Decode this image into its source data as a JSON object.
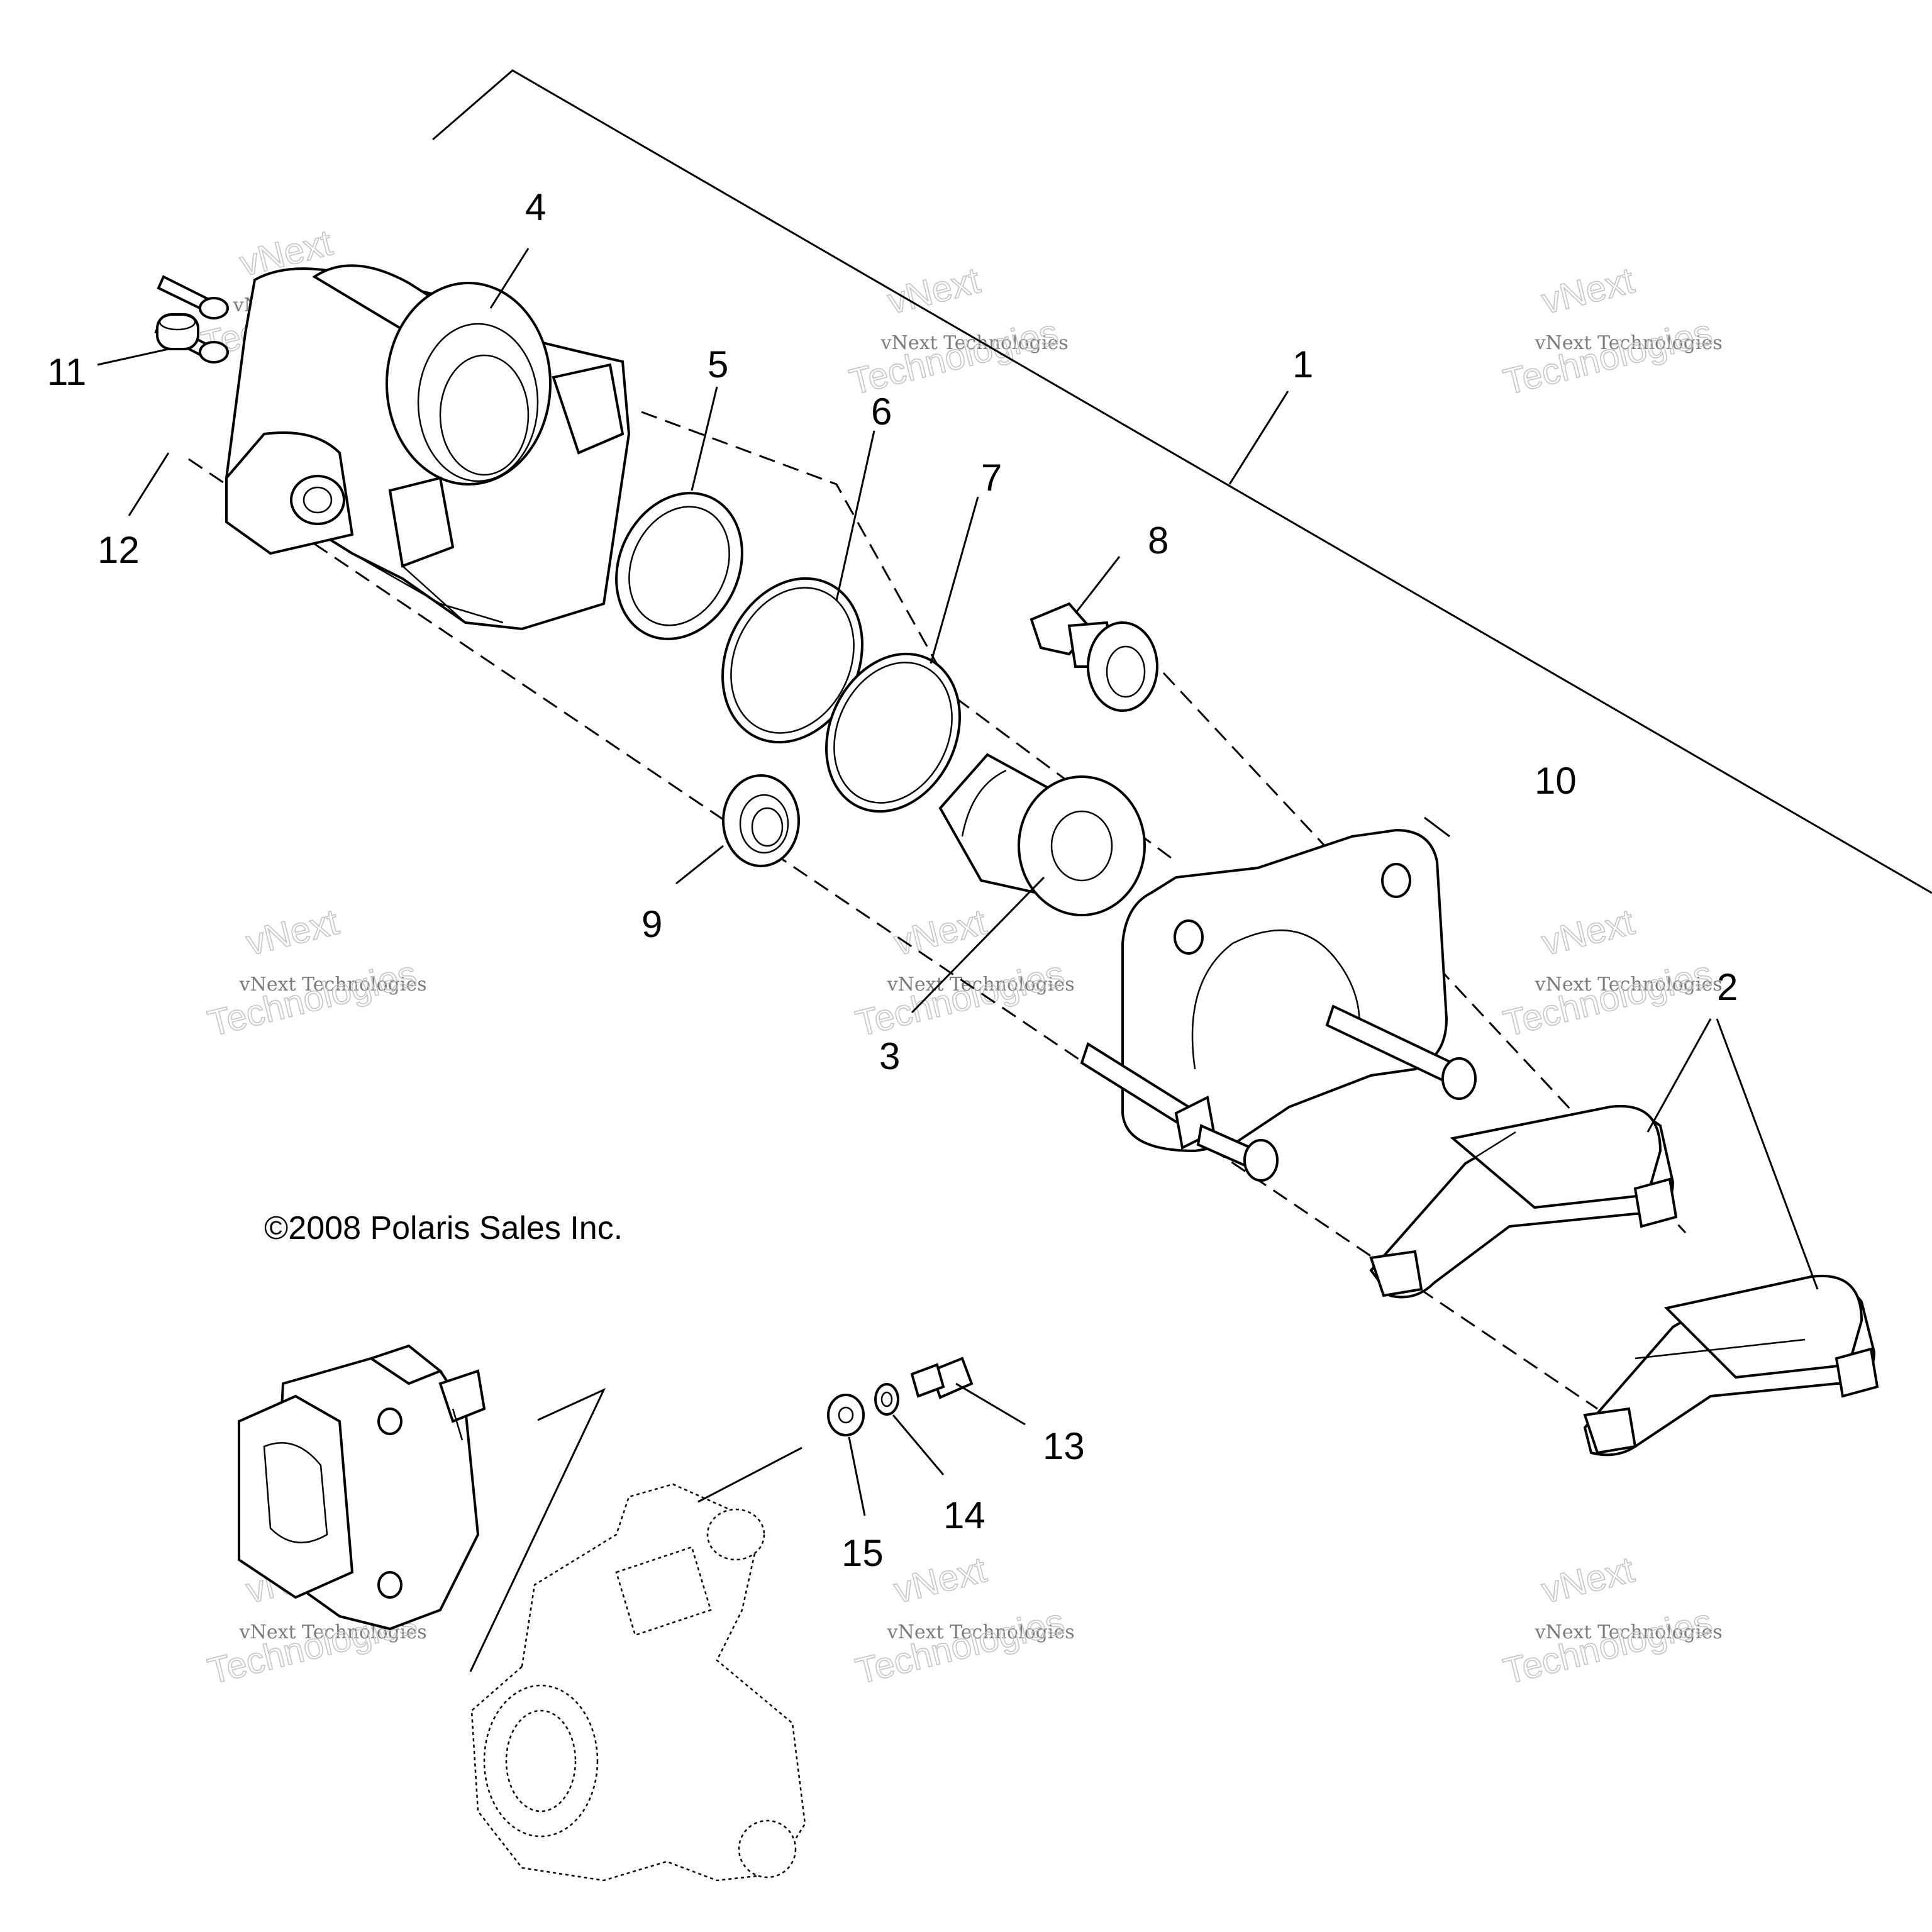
{
  "callouts": {
    "c1": "1",
    "c2": "2",
    "c3": "3",
    "c4": "4",
    "c5": "5",
    "c6": "6",
    "c7": "7",
    "c8": "8",
    "c9": "9",
    "c10": "10",
    "c11": "11",
    "c12": "12",
    "c13": "13",
    "c14": "14",
    "c15": "15"
  },
  "copyright": "©2008 Polaris Sales Inc.",
  "watermark": {
    "line1": "vNext Technologies",
    "line2": "vNext",
    "line3": "Technologies"
  }
}
